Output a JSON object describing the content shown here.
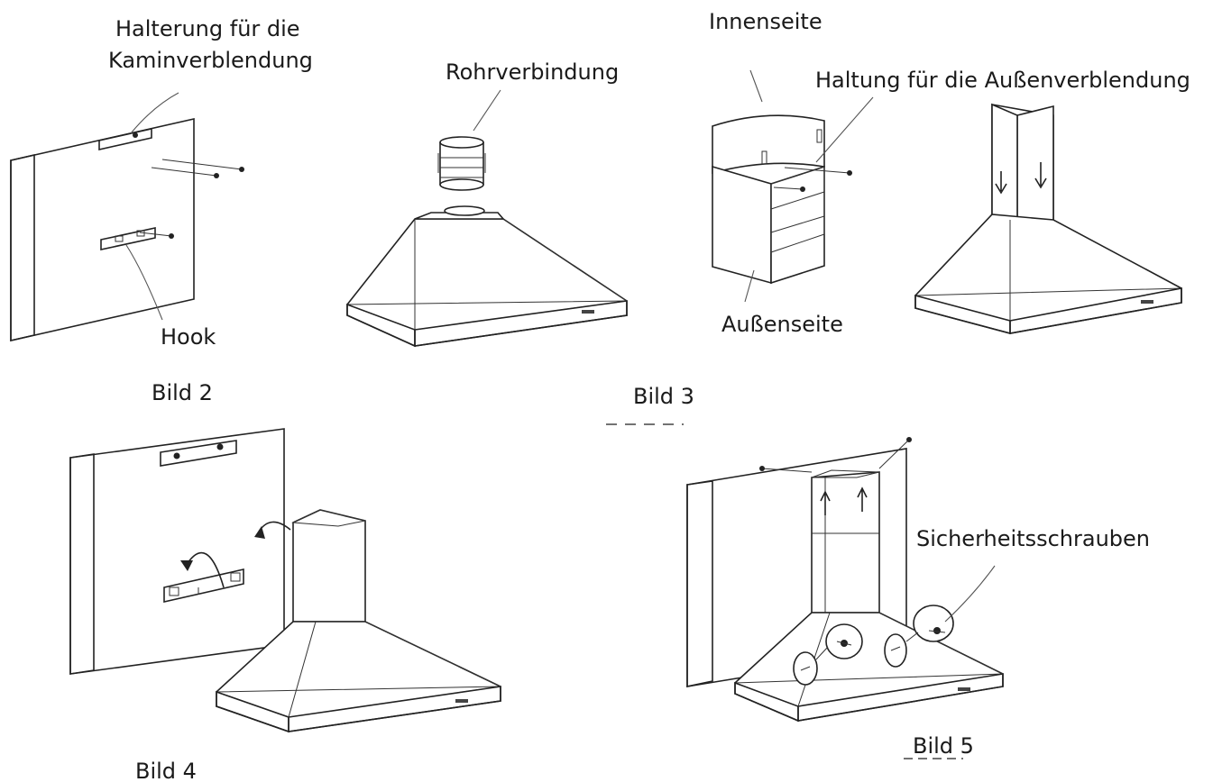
{
  "labels": {
    "bracket_chimney": [
      "Halterung für die",
      "Kaminverblendung"
    ],
    "hook": "Hook",
    "pipe_connection": "Rohrverbindung",
    "inner_side": "Innenseite",
    "outer_bracket": "Haltung für die Außenverblendung",
    "outer_side": "Außenseite",
    "safety_screws": "Sicherheitsschrauben"
  },
  "captions": {
    "fig2": "Bild 2",
    "fig3": "Bild 3",
    "fig4": "Bild 4",
    "fig5": "Bild 5"
  },
  "colors": {
    "line": "#222222",
    "background": "#ffffff"
  }
}
